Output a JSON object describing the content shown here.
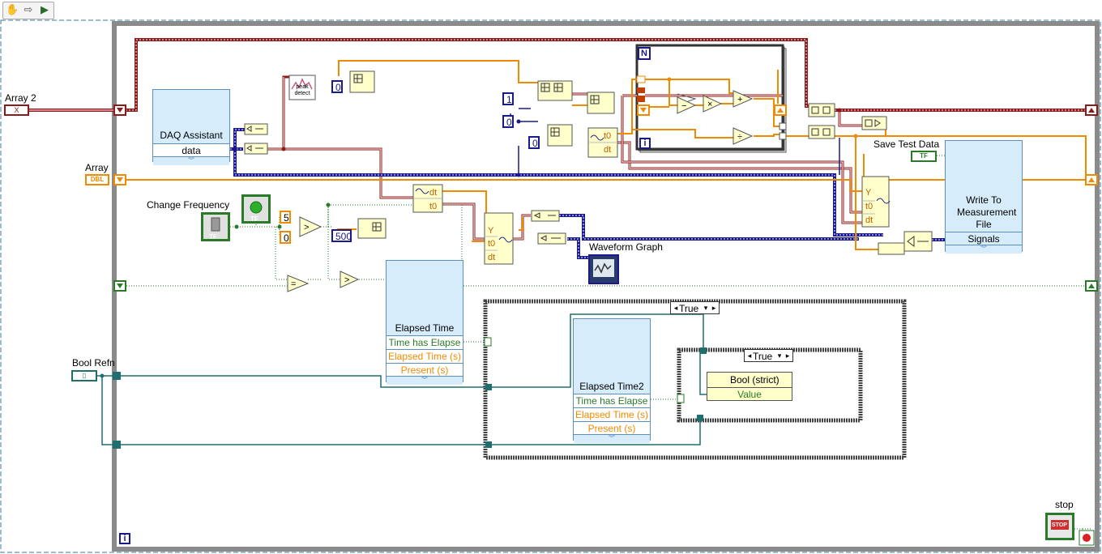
{
  "toolbar": {
    "hand_icon": "hand-icon",
    "arrow_icon": "arrow-right-icon",
    "run_icon": "run-arrow-icon"
  },
  "terminals": {
    "array2": "Array 2",
    "array": "Array",
    "change_frequency": "Change Frequency",
    "bool_refn": "Bool Refn",
    "save_test_data": "Save Test Data",
    "waveform_graph": "Waveform Graph",
    "stop": "stop"
  },
  "nodes": {
    "daq_assistant": {
      "title": "DAQ Assistant",
      "output": "data"
    },
    "elapsed_time": {
      "title": "Elapsed Time",
      "outputs": [
        "Time has Elapse",
        "Elapsed Time (s)",
        "Present (s)"
      ]
    },
    "elapsed_time2": {
      "title": "Elapsed Time2",
      "outputs": [
        "Time has Elapse",
        "Elapsed Time (s)",
        "Present (s)"
      ]
    },
    "write_file": {
      "title": "Write To Measurement File",
      "input": "Signals"
    },
    "peak_detect": "peak detect",
    "property_node": {
      "row1": "Bool (strict)",
      "row2": "Value"
    }
  },
  "structures": {
    "case_outer_selector": "True",
    "case_inner_selector": "True",
    "for_loop_count": "N",
    "for_loop_index": "i",
    "while_loop_index": "i"
  },
  "constants": {
    "c0a": "0",
    "c1": "1",
    "c0b": "0",
    "c0c": "0",
    "c5": "5",
    "c0d": "0",
    "c500": "500"
  },
  "waveform_labels": {
    "build1": [
      "t0",
      "dt"
    ],
    "build2": [
      "dt",
      "t0"
    ],
    "build3": [
      "Y",
      "t0",
      "dt"
    ],
    "build4": [
      "Y",
      "t0",
      "dt"
    ]
  },
  "type_badges": {
    "array2_type": "X",
    "array_type": "DBL",
    "change_freq_type": "TF",
    "save_type": "TF",
    "stop_type": "STOP",
    "bool_type": "TF"
  },
  "colors": {
    "dynamic_wire": "#1a1a8c",
    "orange_wire": "#f08a00",
    "cluster_wire": "#8c1a1a",
    "bool_wire": "#2a7a2a",
    "ref_wire": "#1f6f6f",
    "node_blue": "#d6ecfb",
    "loop_gray": "#7a7a7a"
  }
}
